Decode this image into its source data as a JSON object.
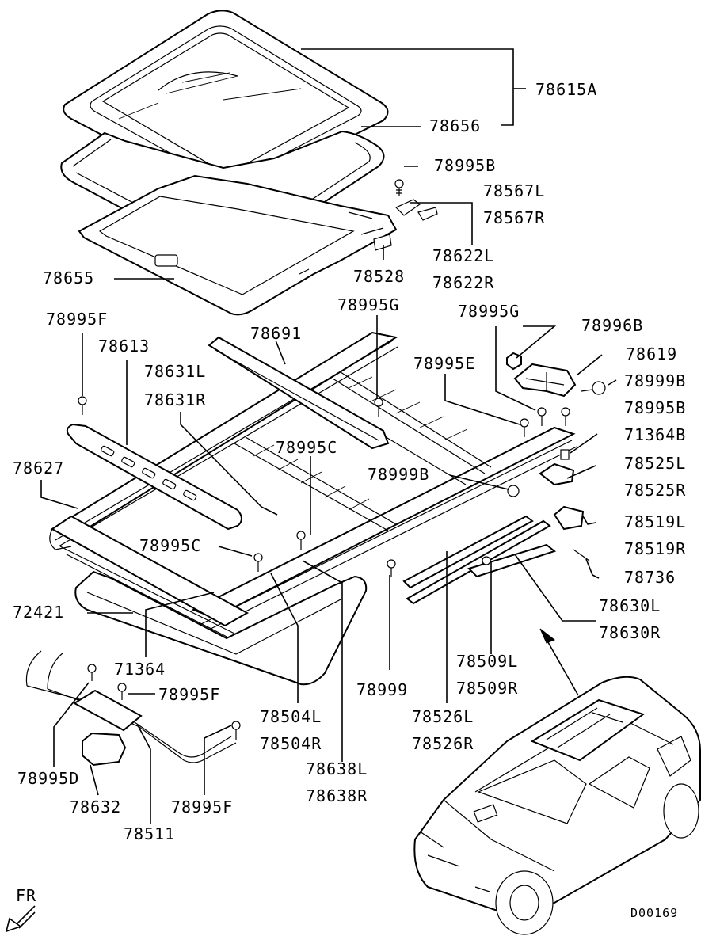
{
  "diagram": {
    "code": "D00169",
    "direction_label": "FR",
    "part_labels": {
      "78615A": "78615A",
      "78656": "78656",
      "78995B_a": "78995B",
      "78567L": "78567L",
      "78567R": "78567R",
      "78622L": "78622L",
      "78622R": "78622R",
      "78655": "78655",
      "78528": "78528",
      "78995F_a": "78995F",
      "78995G_a": "78995G",
      "78995G_b": "78995G",
      "78613": "78613",
      "78691": "78691",
      "78996B": "78996B",
      "78631L": "78631L",
      "78631R": "78631R",
      "78619": "78619",
      "78995E": "78995E",
      "78999B_a": "78999B",
      "78995B_b": "78995B",
      "78995C_a": "78995C",
      "78627": "78627",
      "71364B": "71364B",
      "78999B_b": "78999B",
      "78525L": "78525L",
      "78525R": "78525R",
      "78519L": "78519L",
      "78519R": "78519R",
      "78995C_b": "78995C",
      "78736": "78736",
      "72421": "72421",
      "78630L": "78630L",
      "78630R": "78630R",
      "71364": "71364",
      "78509L": "78509L",
      "78509R": "78509R",
      "78995F_b": "78995F",
      "78999": "78999",
      "78504L": "78504L",
      "78504R": "78504R",
      "78526L": "78526L",
      "78526R": "78526R",
      "78995D": "78995D",
      "78638L": "78638L",
      "78638R": "78638R",
      "78632": "78632",
      "78995F_c": "78995F",
      "78511": "78511"
    }
  }
}
